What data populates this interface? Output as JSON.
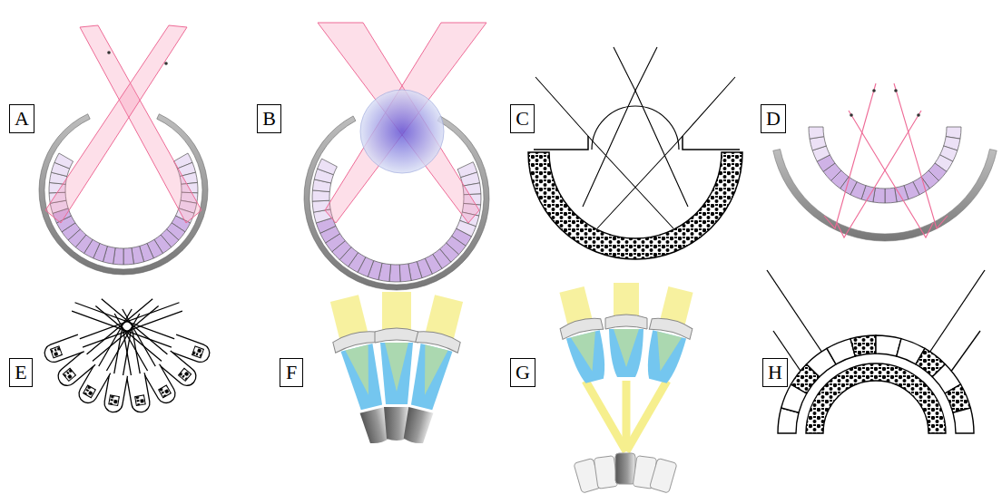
{
  "diagram": {
    "nodes": [
      {
        "text": [
          "A"
        ]
      },
      {
        "text": [
          "B"
        ]
      },
      {
        "text": [
          "C"
        ]
      },
      {
        "text": [
          "D"
        ]
      },
      {
        "text": [
          "E"
        ]
      },
      {
        "text": [
          "F"
        ]
      },
      {
        "text": [
          "G"
        ]
      },
      {
        "text": [
          "H"
        ]
      }
    ]
  }
}
